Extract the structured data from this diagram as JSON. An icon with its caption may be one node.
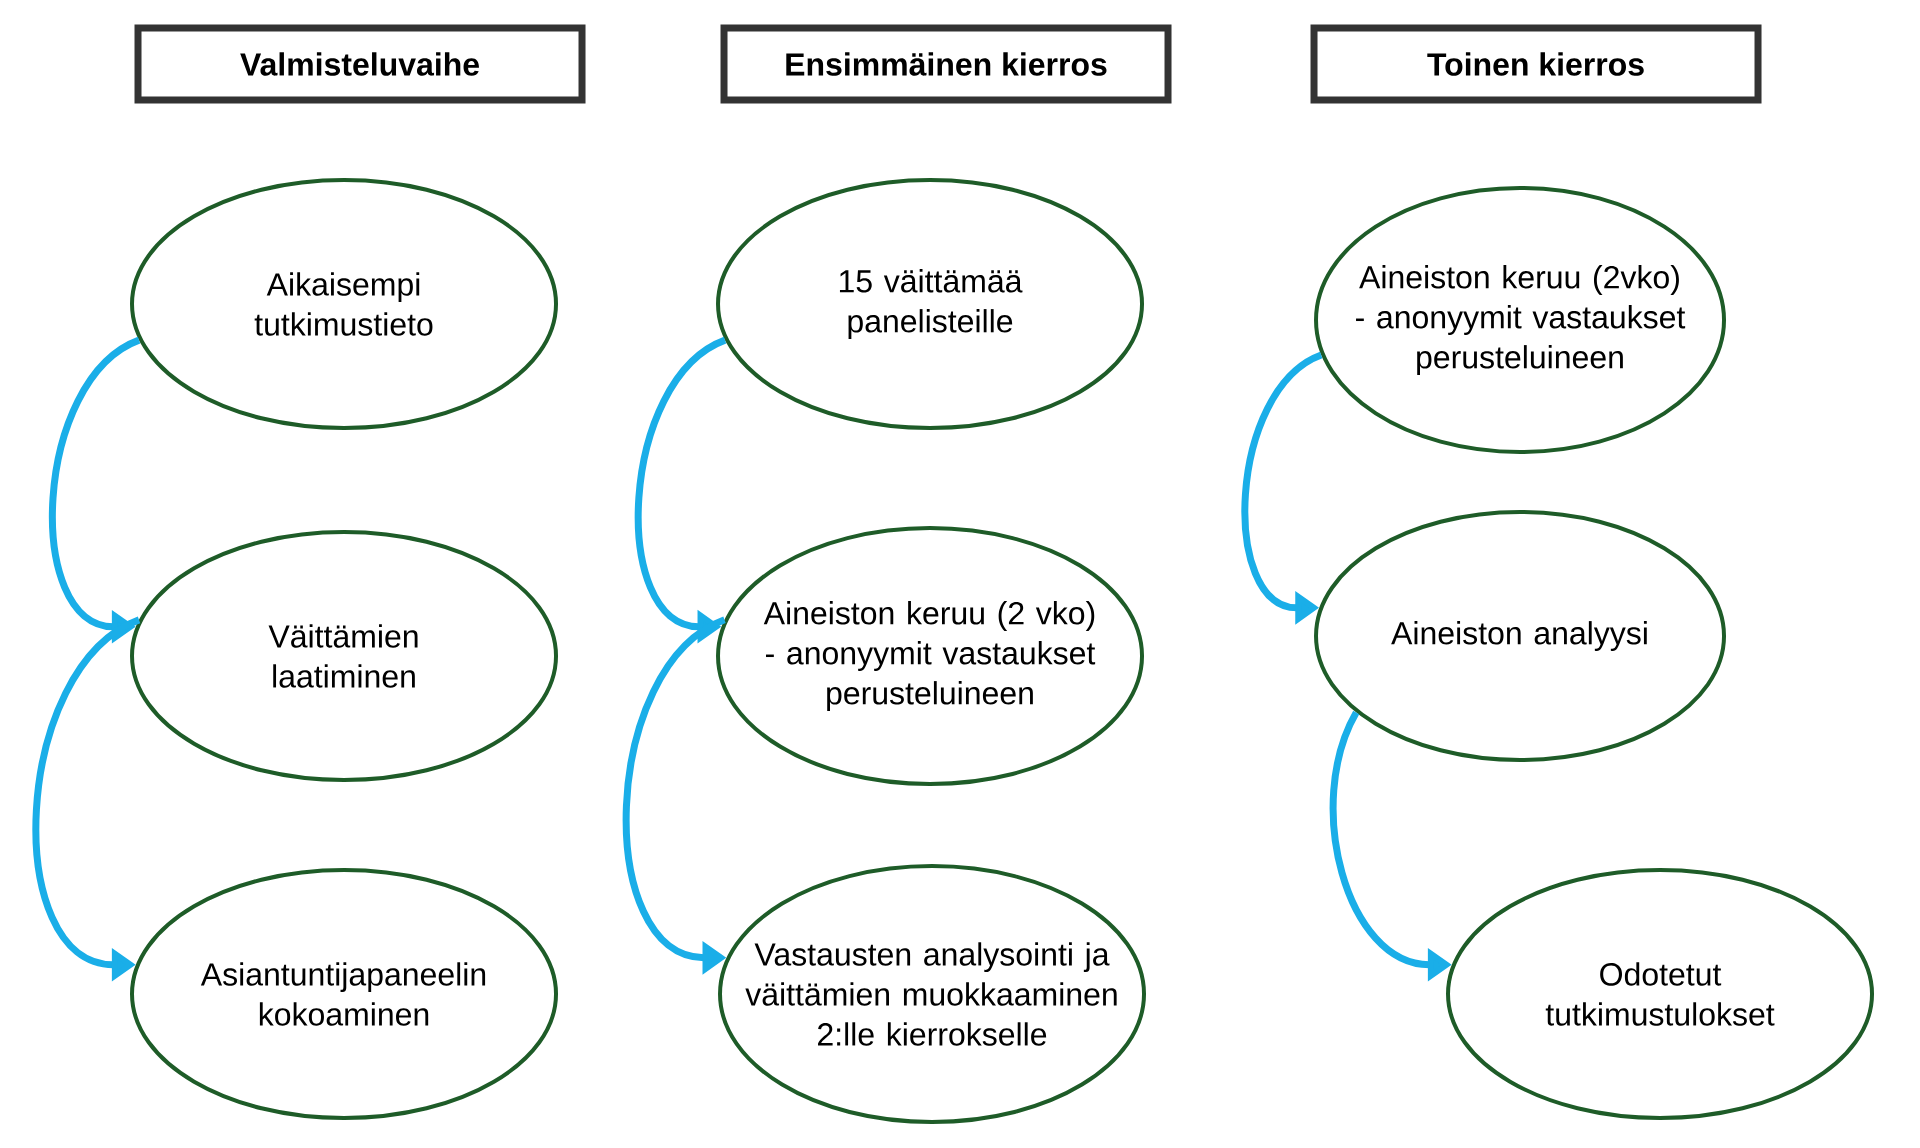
{
  "diagram": {
    "nodes": [
      {
        "text": [
          "Valmisteluvaihe"
        ]
      },
      {
        "text": [
          "Ensimmäinen kierros"
        ]
      },
      {
        "text": [
          "Toinen kierros"
        ]
      },
      {
        "text": [
          "Aikaisempi tutkimustieto"
        ]
      },
      {
        "text": [
          "Väittämien laatiminen"
        ]
      },
      {
        "text": [
          "Asiantuntijapaneelin kokoaminen"
        ]
      },
      {
        "text": [
          "15 väittämää panelisteille"
        ]
      },
      {
        "text": [
          "Aineiston keruu (2 vko) - anonyymit vastaukset perusteluineen"
        ]
      },
      {
        "text": [
          "Vastausten analysointi ja väittämien muokkaaminen 2:lle kierrokselle"
        ]
      },
      {
        "text": [
          "Aineiston keruu (2vko) - anonyymit vastaukset perusteluineen"
        ]
      },
      {
        "text": [
          "Aineiston analyysi"
        ]
      },
      {
        "text": [
          "Odotetut tutkimustulokset"
        ]
      }
    ],
    "edges": [
      {
        "from": 3,
        "to": 4,
        "arrow": "to"
      },
      {
        "from": 4,
        "to": 5,
        "arrow": "to"
      },
      {
        "from": 6,
        "to": 7,
        "arrow": "to"
      },
      {
        "from": 7,
        "to": 8,
        "arrow": "to"
      },
      {
        "from": 9,
        "to": 10,
        "arrow": "to"
      },
      {
        "from": 10,
        "to": 11,
        "arrow": "to"
      }
    ]
  }
}
